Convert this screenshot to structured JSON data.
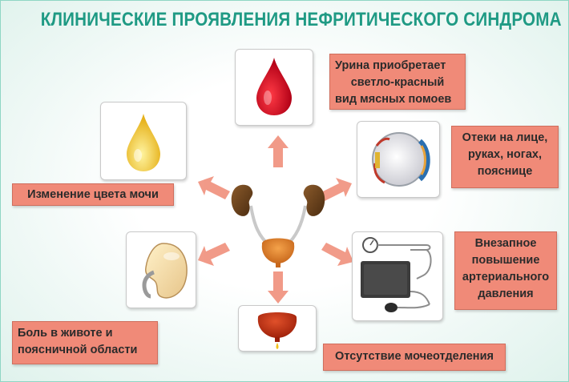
{
  "title": "КЛИНИЧЕСКИЕ ПРОЯВЛЕНИЯ НЕФРИТИЧЕСКОГО СИНДРОМА",
  "colors": {
    "title": "#1f9a84",
    "label_fill": "#f08a78",
    "arrow": "#f0907c",
    "border": "#8fd6c4"
  },
  "symptoms": {
    "urine_red": {
      "lines": [
        "Урина приобретает",
        "светло-красный",
        "вид мясных помоев"
      ],
      "icon": "blood-drop-icon"
    },
    "urine_color": {
      "lines": [
        "Изменение цвета мочи"
      ],
      "icon": "yellow-drop-icon"
    },
    "edema": {
      "lines": [
        "Отеки на лице,",
        "руках, ногах,",
        "пояснице"
      ],
      "icon": "eye-icon"
    },
    "pain": {
      "lines": [
        "Боль в животе и",
        "поясничной области"
      ],
      "icon": "kidney-icon"
    },
    "pressure": {
      "lines": [
        "Внезапное",
        "повышение",
        "артериального",
        "давления"
      ],
      "icon": "blood-pressure-monitor-icon"
    },
    "anuria": {
      "lines": [
        "Отсутствие мочеотделения"
      ],
      "icon": "bladder-icon"
    }
  },
  "center": {
    "icon": "urinary-system-icon"
  }
}
